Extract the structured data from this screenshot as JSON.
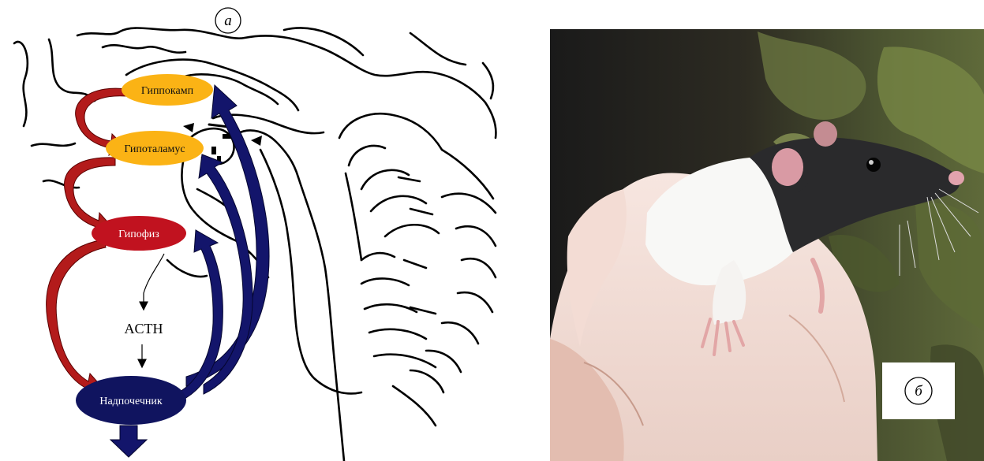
{
  "panel_a": {
    "letter": "а",
    "nodes": {
      "hippocampus": "Гиппокамп",
      "hypothalamus": "Гипоталамус",
      "pituitary": "Гипофиз",
      "adrenal": "Надпочечник"
    },
    "hormone": "ACTH"
  },
  "panel_b": {
    "letter": "б"
  },
  "colors": {
    "stimulatory_arrow": "#b31b1b",
    "feedback_arrow": "#13156b",
    "upper_nodes": "#fbb315",
    "lower_nodes": "#c1121f",
    "adrenal_node": "#10145f"
  }
}
